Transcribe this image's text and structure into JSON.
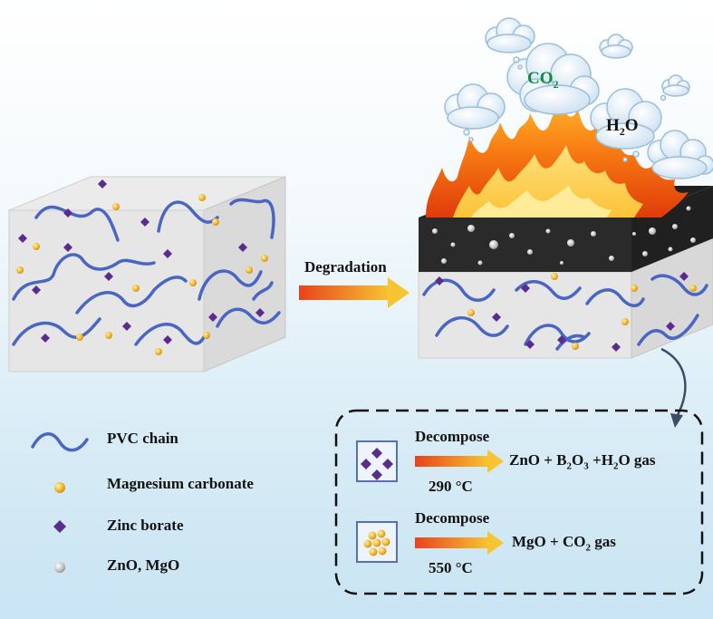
{
  "arrow": {
    "label": "Degradation"
  },
  "gases": {
    "co2": {
      "main": "CO",
      "sub": "2"
    },
    "h2o": {
      "pre": "H",
      "sub": "2",
      "post": "O"
    }
  },
  "legend": {
    "items": [
      {
        "label": "PVC chain",
        "icon": "wavy-line-icon"
      },
      {
        "label": "Magnesium carbonate",
        "icon": "gold-dot-icon"
      },
      {
        "label": "Zinc borate",
        "icon": "purple-diamond-icon"
      },
      {
        "label": "ZnO, MgO",
        "icon": "gray-dot-icon"
      }
    ]
  },
  "reactions": [
    {
      "verb": "Decompose",
      "temp": "290 °C",
      "product": {
        "p1": "ZnO + B",
        "s1": "2",
        "p2": "O",
        "s2": "3",
        "p3": " +H",
        "s3": "2",
        "p4": "O gas"
      }
    },
    {
      "verb": "Decompose",
      "temp": "550 °C",
      "product": {
        "p1": "MgO + CO",
        "s1": "2",
        "p2": " gas"
      }
    }
  ],
  "colors": {
    "chain": "#4a66c4",
    "zinc_borate": "#5b2b8e",
    "magnesium_carbonate": "#f2b22c",
    "char": "#2a2a2a",
    "arrow_start": "#e8431c",
    "arrow_end": "#f7c531",
    "co2_text": "#138a3c",
    "h2o_text": "#101010"
  }
}
